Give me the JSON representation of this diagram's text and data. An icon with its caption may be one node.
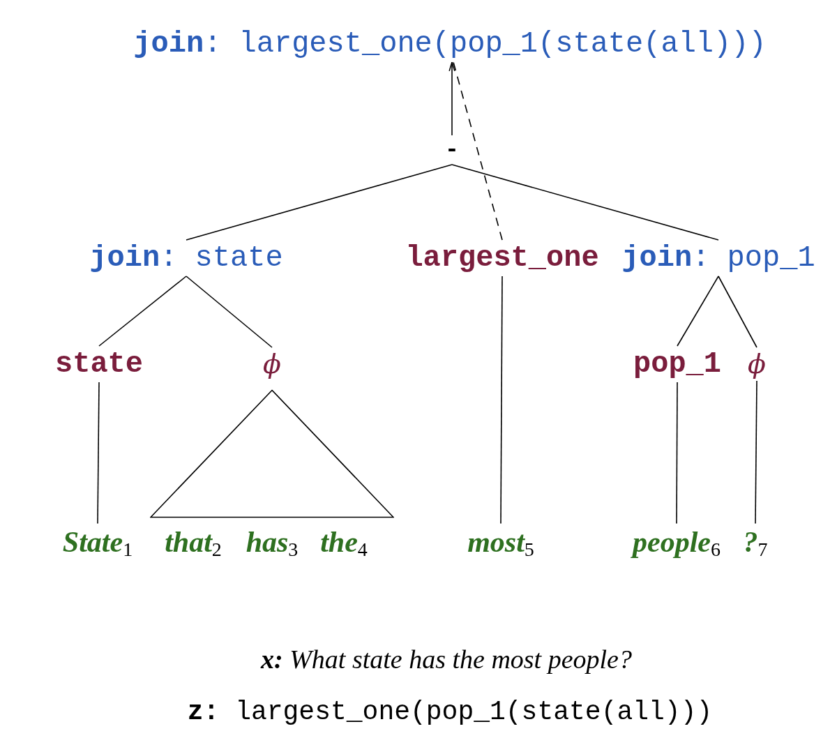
{
  "diagram": {
    "nodes": [
      {
        "text": [
          "**join**: largest_one(pop_1(state(all)))"
        ]
      },
      {
        "text": [
          "-"
        ]
      },
      {
        "text": [
          "**join**: state"
        ]
      },
      {
        "text": [
          "largest_one"
        ]
      },
      {
        "text": [
          "**join**: pop_1"
        ]
      },
      {
        "text": [
          "state"
        ]
      },
      {
        "text": [
          "ϕ"
        ]
      },
      {
        "text": [
          "pop_1"
        ]
      },
      {
        "text": [
          "ϕ"
        ]
      },
      {
        "text": [],
        "shape": "triangle"
      },
      {
        "text": [
          "State$_{1}$"
        ]
      },
      {
        "text": [
          "that$_{2}$"
        ]
      },
      {
        "text": [
          "has$_{3}$"
        ]
      },
      {
        "text": [
          "the$_{4}$"
        ]
      },
      {
        "text": [
          "most$_{5}$"
        ]
      },
      {
        "text": [
          "people$_{6}$"
        ]
      },
      {
        "text": [
          "?$_{7}$"
        ]
      }
    ],
    "edges": [
      {
        "from": 1,
        "to": 0,
        "arrow": "to"
      },
      {
        "from": 3,
        "to": 0,
        "arrow": "none",
        "style": "dashed"
      },
      {
        "from": 1,
        "to": 2,
        "arrow": "none"
      },
      {
        "from": 1,
        "to": 4,
        "arrow": "none"
      },
      {
        "from": 2,
        "to": 5,
        "arrow": "none"
      },
      {
        "from": 2,
        "to": 6,
        "arrow": "none"
      },
      {
        "from": 4,
        "to": 7,
        "arrow": "none"
      },
      {
        "from": 4,
        "to": 8,
        "arrow": "none"
      },
      {
        "from": 5,
        "to": 10,
        "arrow": "none"
      },
      {
        "from": 3,
        "to": 14,
        "arrow": "none"
      },
      {
        "from": 7,
        "to": 15,
        "arrow": "none"
      },
      {
        "from": 8,
        "to": 16,
        "arrow": "none"
      }
    ],
    "labels": [
      "**x:** What state has the most people?",
      "**z:** largest_one(pop_1(state(all)))"
    ]
  }
}
